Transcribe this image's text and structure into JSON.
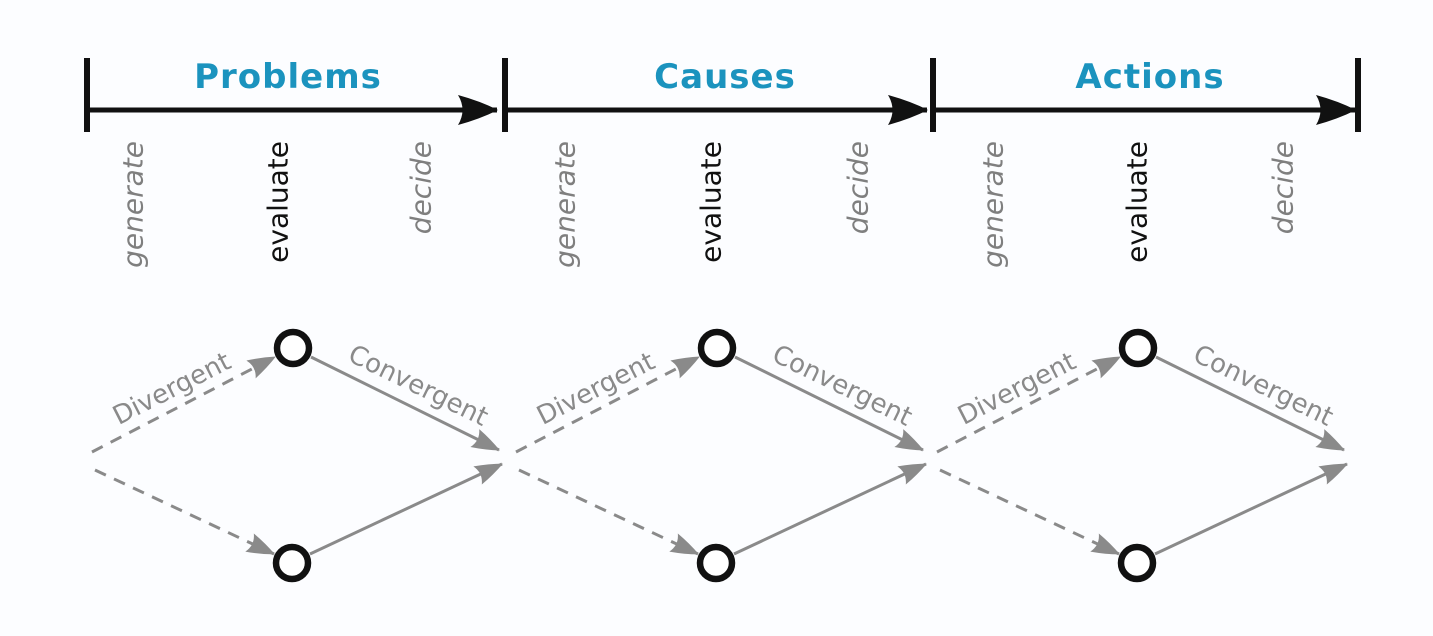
{
  "colors": {
    "bg": "#fcfdff",
    "ink": "#111111",
    "teal": "#1b93be",
    "gray": "#8a8a8a",
    "phase_gray": "#7f7f7f"
  },
  "sections": [
    {
      "title": "Problems",
      "phases": [
        "generate",
        "evaluate",
        "decide"
      ],
      "divergent": "Divergent",
      "convergent": "Convergent"
    },
    {
      "title": "Causes",
      "phases": [
        "generate",
        "evaluate",
        "decide"
      ],
      "divergent": "Divergent",
      "convergent": "Convergent"
    },
    {
      "title": "Actions",
      "phases": [
        "generate",
        "evaluate",
        "decide"
      ],
      "divergent": "Divergent",
      "convergent": "Convergent"
    }
  ]
}
